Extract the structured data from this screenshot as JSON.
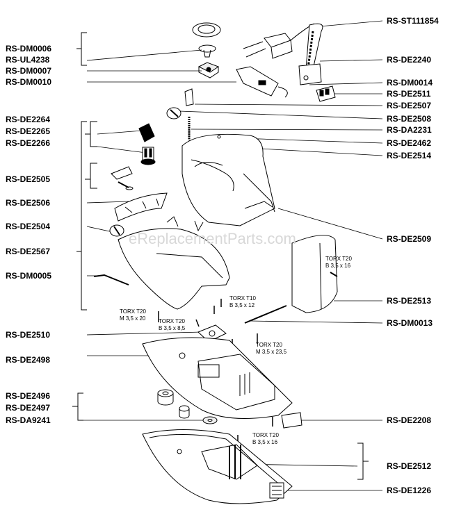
{
  "labels_left": [
    "RS-DM0006",
    "RS-UL4238",
    "RS-DM0007",
    "RS-DM0010",
    "RS-DE2264",
    "RS-DE2265",
    "RS-DE2266",
    "RS-DE2505",
    "RS-DE2506",
    "RS-DE2504",
    "RS-DE2567",
    "RS-DM0005",
    "RS-DE2510",
    "RS-DE2498",
    "RS-DE2496",
    "RS-DE2497",
    "RS-DA9241"
  ],
  "labels_right": [
    "RS-ST111854",
    "RS-DE2240",
    "RS-DM0014",
    "RS-DE2511",
    "RS-DE2507",
    "RS-DE2508",
    "RS-DA2231",
    "RS-DE2462",
    "RS-DE2514",
    "RS-DE2509",
    "RS-DE2513",
    "RS-DM0013",
    "RS-DE2208",
    "RS-DE2512",
    "RS-DE1226"
  ],
  "screw_notes": {
    "torx_t10": [
      "TORX T10",
      "B 3,5 x 12"
    ],
    "torx_t20_a": [
      "TORX T20",
      "M 3,5 x 20"
    ],
    "torx_t20_b": [
      "TORX T20",
      "B 3,5 x 8,5"
    ],
    "torx_t20_c": [
      "TORX T20",
      "M 3,5 x 23,5"
    ],
    "torx_t20_d": [
      "TORX T20",
      "B 3,5 x 16"
    ],
    "torx_t20_e": [
      "TORX T20",
      "B 3,5 x 16"
    ]
  },
  "watermark": "eReplacementParts.com"
}
